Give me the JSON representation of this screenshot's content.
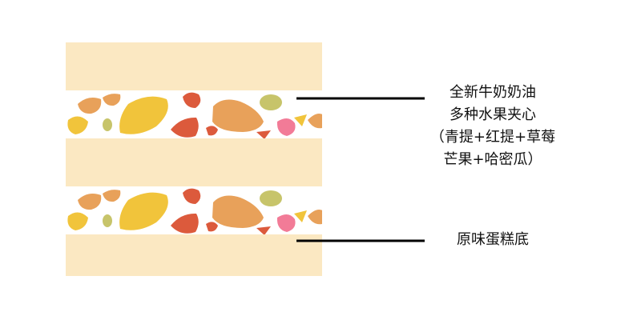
{
  "colors": {
    "cake_base": "#fbe8c2",
    "cream": "#ffffff",
    "leader_line": "#000000",
    "fruit_yellow": "#f1c43b",
    "fruit_orange": "#e8a15a",
    "fruit_red": "#dc5a3c",
    "fruit_green": "#c7c46a",
    "fruit_pink": "#f27b97"
  },
  "labels": {
    "filling": {
      "line1": "全新牛奶奶油",
      "line2": "多种水果夹心",
      "line3": "（青提+红提+草莓",
      "line4": "芒果+哈密瓜）"
    },
    "base": "原味蛋糕底"
  },
  "fruit_types": [
    "mango",
    "cantaloupe",
    "red grape",
    "green grape",
    "strawberry"
  ]
}
